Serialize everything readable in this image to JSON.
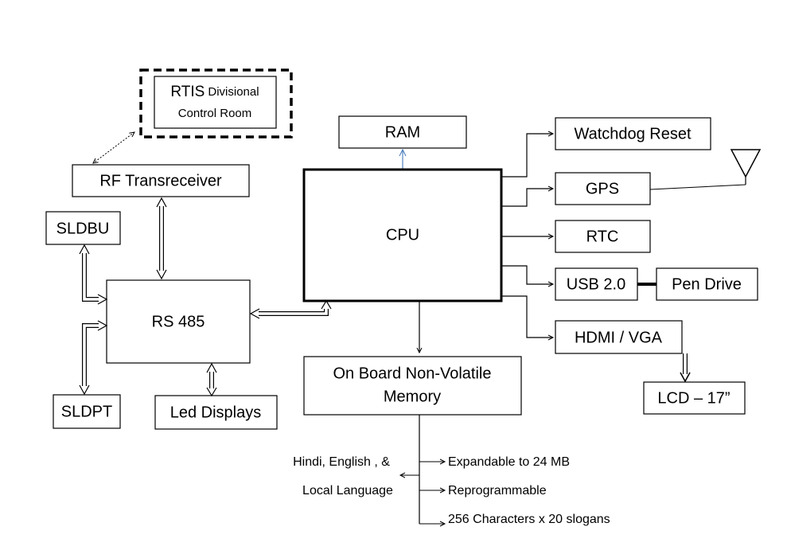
{
  "diagram": {
    "rtis": {
      "main": "RTIS",
      "suffix": "Divisional",
      "line2": "Control Room"
    },
    "rf": "RF Transreceiver",
    "sldbu": "SLDBU",
    "rs485": "RS 485",
    "sldpt": "SLDPT",
    "led": "Led Displays",
    "ram": "RAM",
    "cpu": "CPU",
    "memory": {
      "line1": "On Board Non-Volatile",
      "line2": "Memory"
    },
    "watchdog": "Watchdog Reset",
    "gps": "GPS",
    "rtc": "RTC",
    "usb": "USB 2.0",
    "pendrive": "Pen Drive",
    "hdmi": "HDMI / VGA",
    "lcd": "LCD – 17”",
    "memory_features": {
      "language_line1": "Hindi, English , &",
      "language_line2": "Local Language",
      "expandable": "Expandable to 24 MB",
      "reprogrammable": "Reprogrammable",
      "slogans": "256 Characters x 20 slogans"
    },
    "colors": {
      "ram_arrow": "#4f81bd"
    }
  }
}
